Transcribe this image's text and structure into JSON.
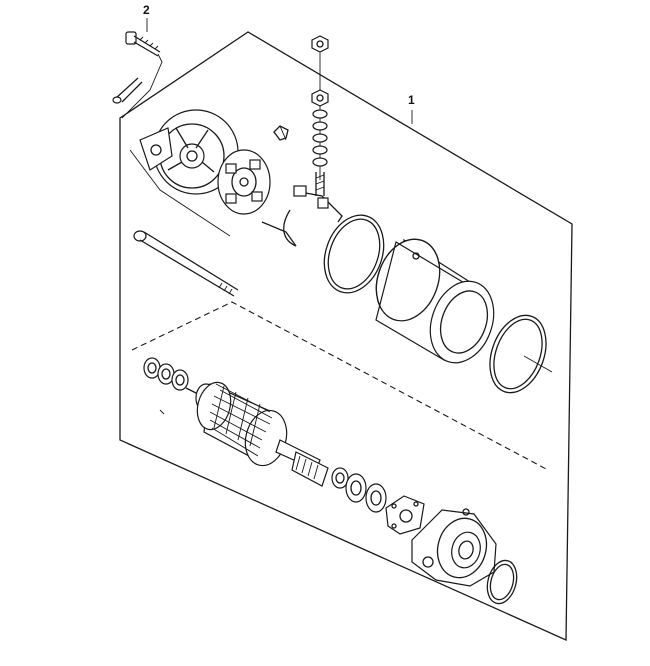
{
  "callouts": [
    {
      "id": "callout-1",
      "label": "1"
    },
    {
      "id": "callout-2",
      "label": "2"
    }
  ],
  "colors": {
    "line": "#1a1a1a",
    "background": "#ffffff"
  }
}
